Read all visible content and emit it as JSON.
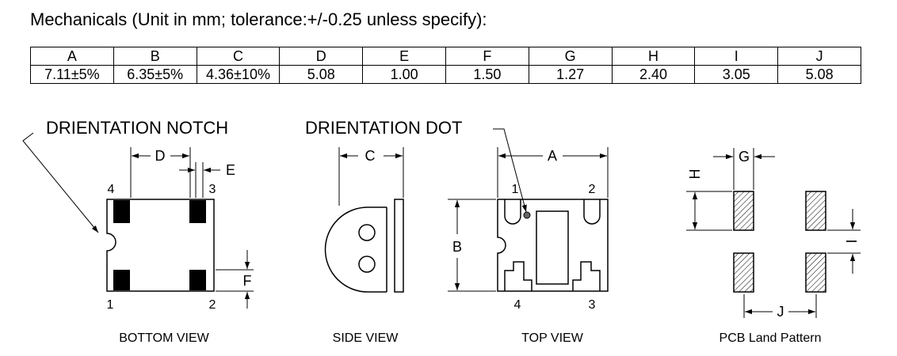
{
  "title": "Mechanicals (Unit in mm; tolerance:+/-0.25 unless specify):",
  "table": {
    "headers": [
      "A",
      "B",
      "C",
      "D",
      "E",
      "F",
      "G",
      "H",
      "I",
      "J"
    ],
    "values": [
      "7.11±5%",
      "6.35±5%",
      "4.36±10%",
      "5.08",
      "1.00",
      "1.50",
      "1.27",
      "2.40",
      "3.05",
      "5.08"
    ]
  },
  "callouts": {
    "notch": "DRIENTATION NOTCH",
    "dot": "DRIENTATION DOT"
  },
  "dims": {
    "A": "A",
    "B": "B",
    "C": "C",
    "D": "D",
    "E": "E",
    "F": "F",
    "G": "G",
    "H": "H",
    "I": "I",
    "J": "J"
  },
  "pins": {
    "bottom": [
      "4",
      "3",
      "1",
      "2"
    ],
    "top": [
      "1",
      "2",
      "4",
      "3"
    ]
  },
  "captions": {
    "bottom": "BOTTOM VIEW",
    "side": "SIDE VIEW",
    "top": "TOP VIEW",
    "pcb": "PCB Land Pattern"
  }
}
